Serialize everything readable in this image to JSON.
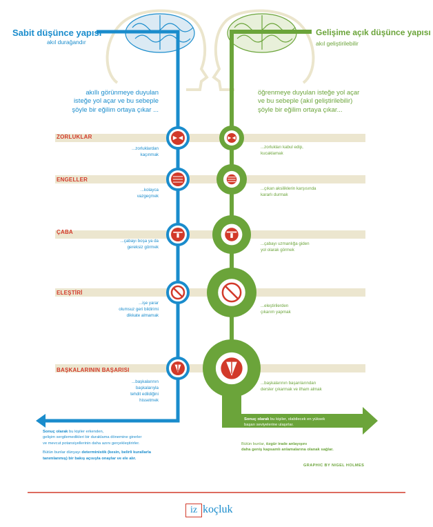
{
  "left_title": "Sabit düşünce yapısı",
  "left_subtitle": "akıl durağandır",
  "right_title": "Gelişime açık düşünce yapısı",
  "right_subtitle": "akıl geliştirilebilir",
  "left_intro": [
    "akıllı görünmeye duyulan",
    "isteğe yol açar ve bu sebeple",
    "şöyle bir eğilim ortaya çıkar ..."
  ],
  "right_intro": [
    "öğrenmeye duyulan isteğe yol açar",
    "ve bu sebeple (akıl geliştirilebilir)",
    "şöyle bir eğilim ortaya çıkar..."
  ],
  "stages": [
    {
      "label": "ZORLUKLAR",
      "icon": "arrows-colliding-icon",
      "left": [
        "...zorluklardan",
        "kaçınmak"
      ],
      "right": [
        "...zorlukları kabul edip,",
        "kucaklamak"
      ]
    },
    {
      "label": "ENGELLER",
      "icon": "brick-wall-icon",
      "left": [
        "...kolayca",
        "vazgeçmek"
      ],
      "right": [
        "...çıkan aksiliklerin karşısında",
        "kararlı durmak"
      ]
    },
    {
      "label": "ÇABA",
      "icon": "weightlifter-icon",
      "left": [
        "...çabayı boşa ya da",
        "gereksiz görmek"
      ],
      "right": [
        "...çabayı uzmanlığa giden",
        "yol olarak görmek"
      ]
    },
    {
      "label": "ELEŞTİRİ",
      "icon": "no-symbol-icon",
      "left": [
        "...işe yarar",
        "olumsuz geri bildirimi",
        "dikkate almamak"
      ],
      "right": [
        "...eleştirilerden",
        "çıkarım yapmak"
      ]
    },
    {
      "label": "BAŞKALARININ BAŞARISI",
      "icon": "person-success-icon",
      "left": [
        "...başkalarının",
        "başkalarıyla",
        "tehdit edildiğini",
        "hissetmek"
      ],
      "right": [
        "...başkalarının başarılarından",
        "dersler çıkarmak ve ilham almak"
      ]
    }
  ],
  "left_conclusion": {
    "bold1": "Sonuç olarak",
    "text1": " bu kişiler erkenden,",
    "line2": "gelişim sergilemedikleri bir duraklama dönemine girerler",
    "line3": "ve mevcut potansiyellerinin daha azını gerçekleştirirler.",
    "line4": "Bütün bunlar dünyayı ",
    "bold2": "deterministik (kesin, belirli kurallarla",
    "bold3": "tanımlanmış) bir bakış açısıyla onaylar ve ele alır."
  },
  "right_conclusion": {
    "bold1": "Sonuç olarak",
    "text1": " bu kişiler, olabilecek en yüksek",
    "line2": "başarı seviyelerine ulaşırlar.",
    "line3": "Bütün bunlar, ",
    "bold2": "özgür irade anlayışını",
    "bold3": "daha geniş kapsamlı anlamalarına olanak sağlar."
  },
  "credit": "GRAPHIC BY NIGEL HOLMES",
  "logo": {
    "box": "iz",
    "word": "koçluk"
  },
  "colors": {
    "blue": "#1a8ccc",
    "green": "#6ba43a",
    "red": "#d23a2a",
    "band": "#ece6cf",
    "outline": "#ebe5cc"
  }
}
